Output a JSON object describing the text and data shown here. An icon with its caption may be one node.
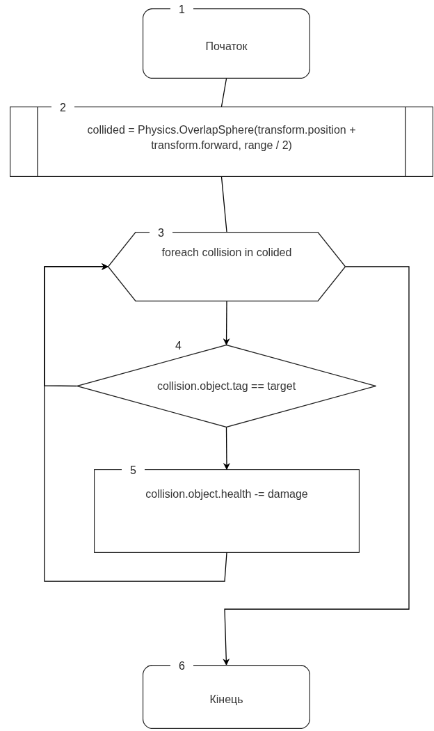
{
  "diagram": {
    "nodes": [
      {
        "text": [
          "1",
          "Початок"
        ]
      },
      {
        "text": [
          "2",
          "collided = Physics.OverlapSphere(transform.position + transform.forward, range / 2)"
        ]
      },
      {
        "text": [
          "3",
          "foreach collision in colided"
        ]
      },
      {
        "text": [
          "4",
          "collision.object.tag == target"
        ]
      },
      {
        "text": [
          "5",
          "collision.object.health -= damage"
        ]
      },
      {
        "text": [
          "6",
          "Кінець"
        ]
      }
    ],
    "edges": [
      {
        "from": 0,
        "to": 1,
        "arrow": "none"
      },
      {
        "from": 1,
        "to": 2,
        "arrow": "none"
      },
      {
        "from": 2,
        "to": 3,
        "arrow": "to"
      },
      {
        "from": 3,
        "to": 4,
        "arrow": "to"
      },
      {
        "from": 4,
        "to": 2,
        "arrow": "to"
      },
      {
        "from": 3,
        "to": 2,
        "arrow": "to"
      },
      {
        "from": 2,
        "to": 5,
        "arrow": "to"
      }
    ]
  }
}
